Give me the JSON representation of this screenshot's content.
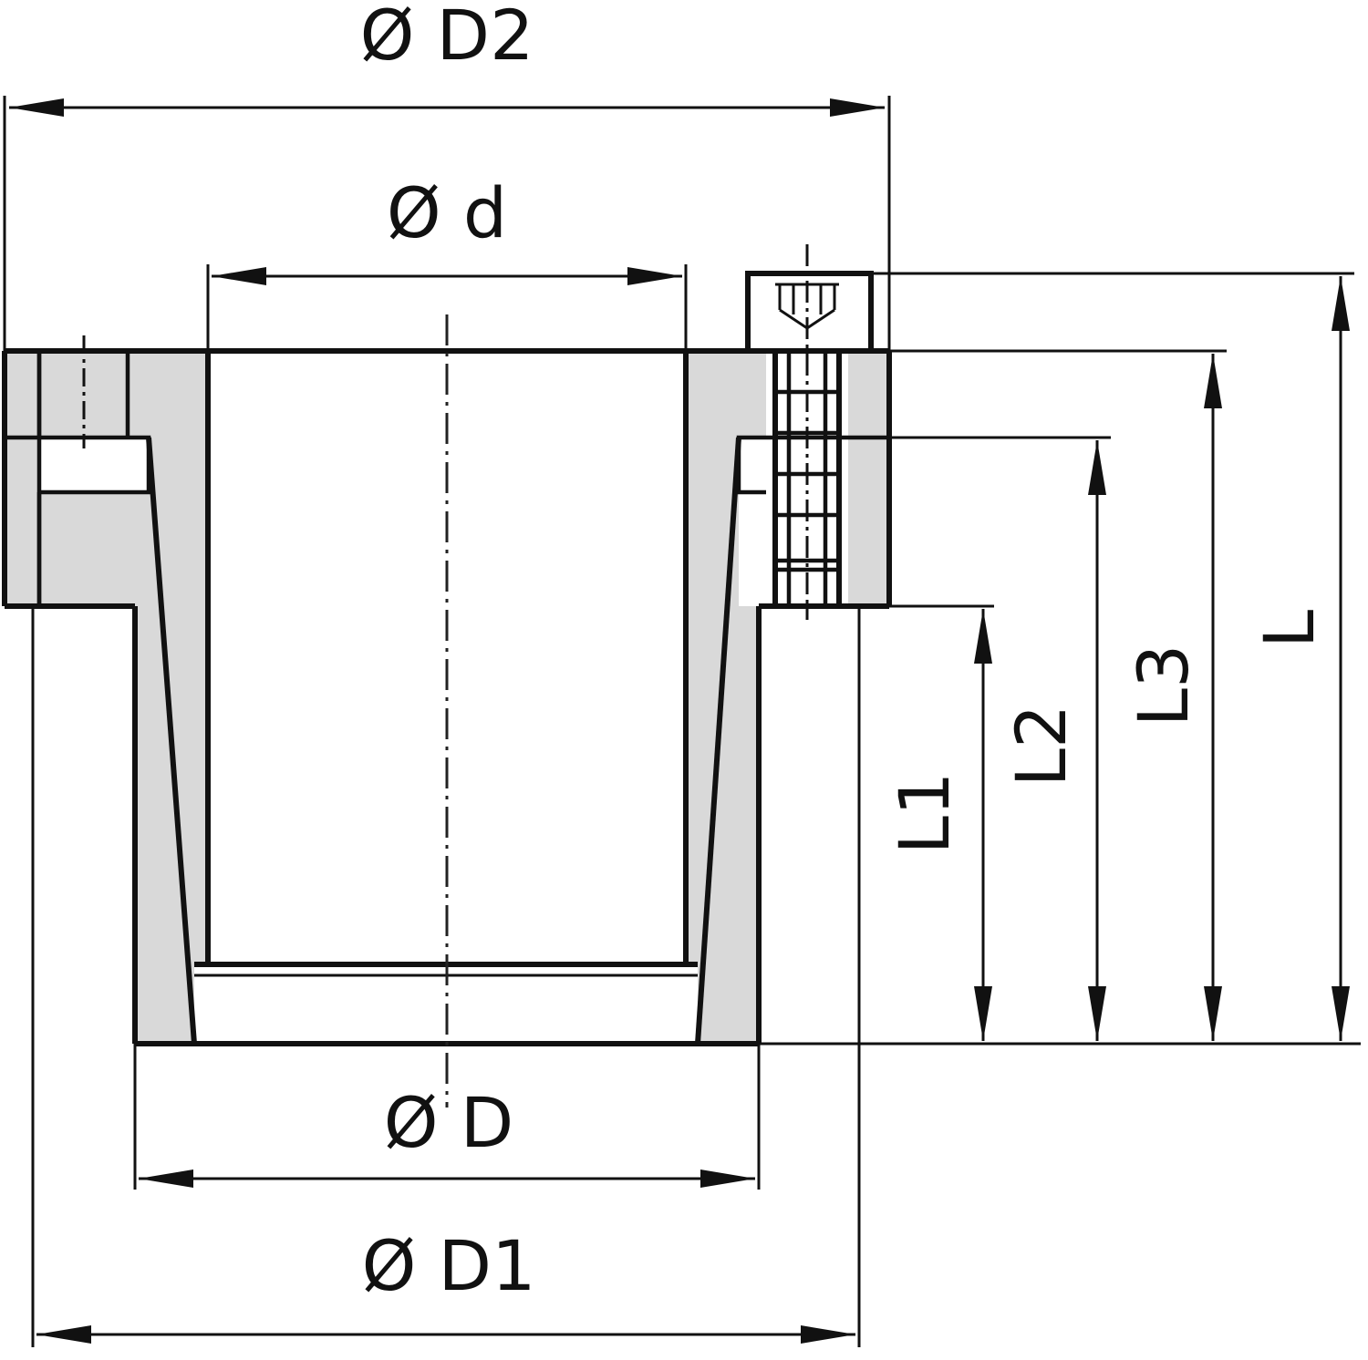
{
  "colors": {
    "line": "#111111",
    "section_fill": "#d9d9d9",
    "background": "#ffffff"
  },
  "labels": {
    "d2": "Ø D2",
    "d": "Ø d",
    "D": "Ø D",
    "d1": "Ø D1",
    "L": "L",
    "L1": "L1",
    "L2": "L2",
    "L3": "L3"
  }
}
